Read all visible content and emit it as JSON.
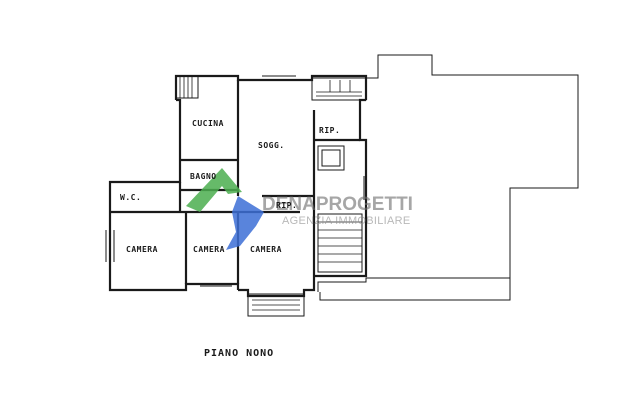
{
  "labels": {
    "cucina": "CUCINA",
    "soggiorno": "SOGG.",
    "rip_top": "RIP.",
    "bagno": "BAGNO",
    "rip_mid": "RIP.",
    "wc": "W.C.",
    "camera_left": "CAMERA",
    "camera_mid": "CAMERA",
    "camera_right": "CAMERA"
  },
  "caption": "PIANO NONO",
  "watermark": {
    "name": "DENAPROGETTI",
    "subtitle": "AGENZIA IMMOBILIARE",
    "colors": {
      "green": "#4caf50",
      "blue": "#3d6fd6",
      "text": "#707070"
    }
  }
}
